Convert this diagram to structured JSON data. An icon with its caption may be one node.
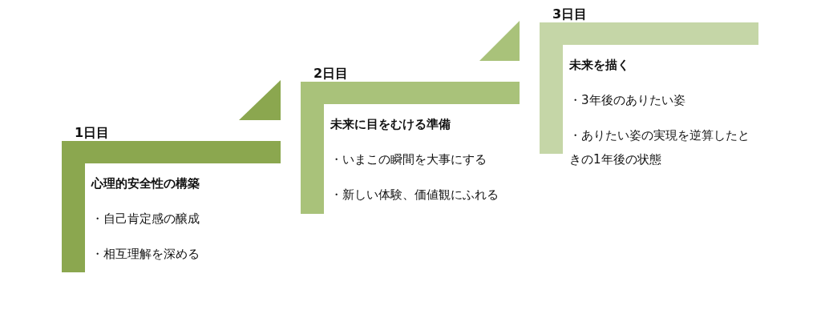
{
  "diagram": {
    "nodes": [
      {
        "text": [
          "1日目",
          "心理的安全性の構築",
          "・自己肯定感の醸成",
          "・相互理解を深める"
        ]
      },
      {
        "text": [
          "2日目",
          "未来に目をむける準備",
          "・いまこの瞬間を大事にする",
          "・新しい体験、価値観にふれる"
        ]
      },
      {
        "text": [
          "3日目",
          "未来を描く",
          "・3年後のありたい姿",
          "・ありたい姿の実現を逆算したときの1年後の状態"
        ]
      }
    ]
  }
}
